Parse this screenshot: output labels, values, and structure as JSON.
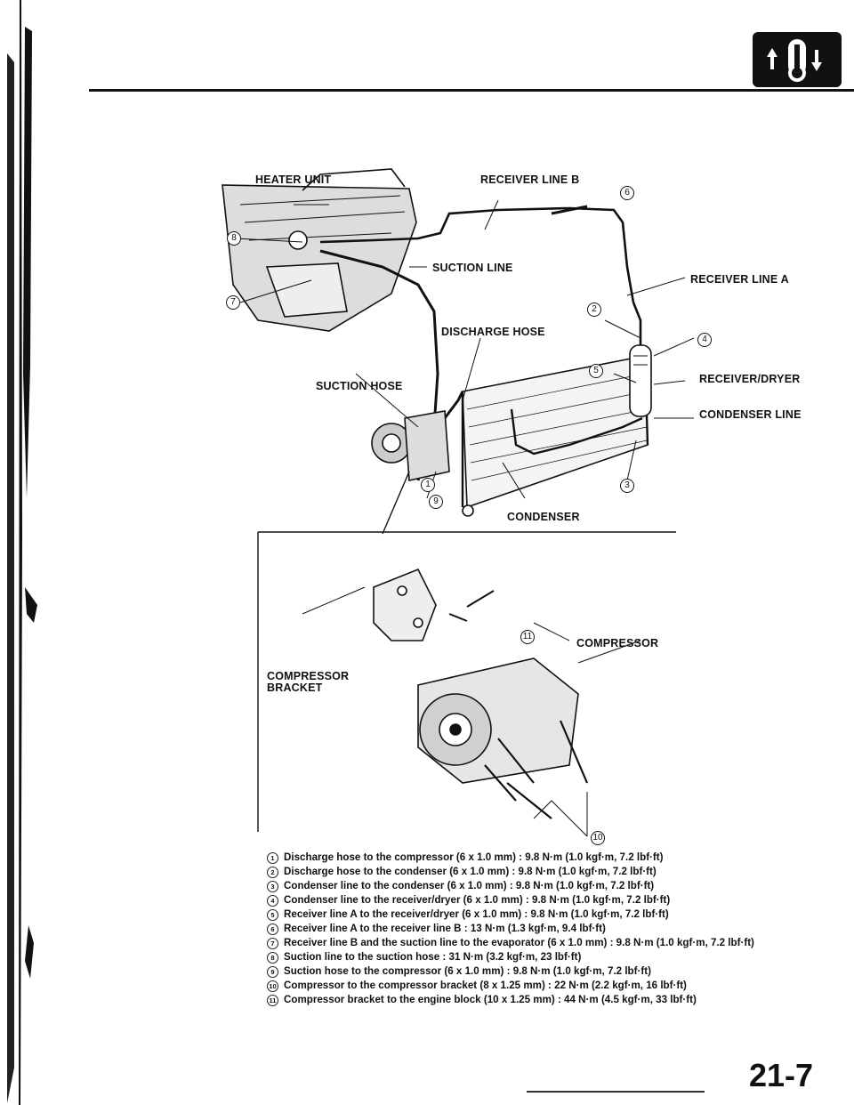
{
  "header": {
    "icon": "hvac-thermometer-icon"
  },
  "callouts": {
    "heater_unit": "HEATER UNIT",
    "receiver_line_b": "RECEIVER LINE B",
    "suction_line": "SUCTION LINE",
    "receiver_line_a": "RECEIVER LINE A",
    "discharge_hose": "DISCHARGE HOSE",
    "receiver_dryer": "RECEIVER/DRYER",
    "suction_hose": "SUCTION HOSE",
    "condenser_line": "CONDENSER LINE",
    "condenser": "CONDENSER",
    "compressor": "COMPRESSOR",
    "compressor_bracket_1": "COMPRESSOR",
    "compressor_bracket_2": "BRACKET"
  },
  "markers": [
    "1",
    "2",
    "3",
    "4",
    "5",
    "6",
    "7",
    "8",
    "9",
    "10",
    "11"
  ],
  "legend": [
    {
      "num": "1",
      "text": "Discharge hose to the compressor (6 x 1.0 mm) : 9.8 N·m (1.0 kgf·m, 7.2 lbf·ft)"
    },
    {
      "num": "2",
      "text": "Discharge hose to the condenser (6 x 1.0 mm) : 9.8 N·m (1.0 kgf·m, 7.2 lbf·ft)"
    },
    {
      "num": "3",
      "text": "Condenser line to the condenser (6 x 1.0 mm) : 9.8 N·m (1.0 kgf·m, 7.2 lbf·ft)"
    },
    {
      "num": "4",
      "text": "Condenser line to the receiver/dryer (6 x 1.0 mm) : 9.8 N·m (1.0 kgf·m, 7.2 lbf·ft)"
    },
    {
      "num": "5",
      "text": "Receiver line A to the receiver/dryer (6 x 1.0 mm) : 9.8 N·m (1.0 kgf·m, 7.2 lbf·ft)"
    },
    {
      "num": "6",
      "text": "Receiver line A to the receiver line B : 13 N·m (1.3 kgf·m, 9.4 lbf·ft)"
    },
    {
      "num": "7",
      "text": "Receiver line B and the suction line to the evaporator (6 x 1.0 mm) : 9.8 N·m (1.0 kgf·m, 7.2 lbf·ft)"
    },
    {
      "num": "8",
      "text": "Suction line to the suction hose : 31 N·m (3.2 kgf·m, 23 lbf·ft)"
    },
    {
      "num": "9",
      "text": "Suction hose to the compressor (6 x 1.0 mm) : 9.8 N·m (1.0 kgf·m, 7.2 lbf·ft)"
    },
    {
      "num": "10",
      "text": "Compressor to the compressor bracket (8 x 1.25 mm) : 22 N·m (2.2 kgf·m, 16 lbf·ft)"
    },
    {
      "num": "11",
      "text": "Compressor bracket to the engine block (10 x 1.25 mm) : 44 N·m (4.5 kgf·m, 33 lbf·ft)"
    }
  ],
  "page_number": "21-7"
}
